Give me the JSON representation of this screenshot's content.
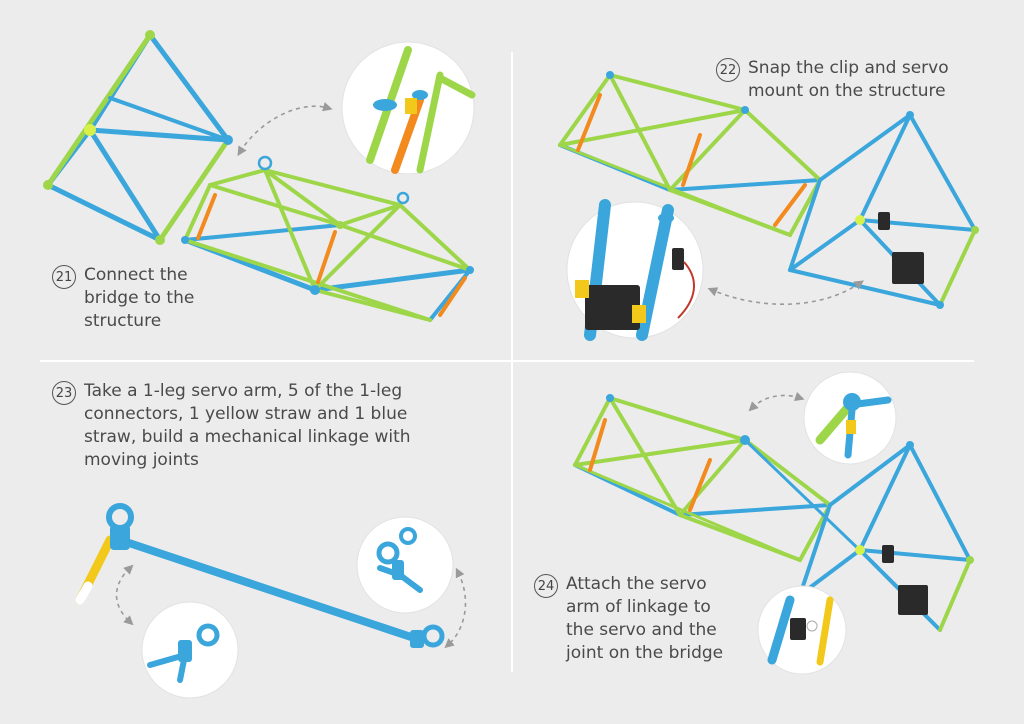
{
  "steps": [
    {
      "number": "21",
      "lines": [
        "Connect the",
        "bridge to the",
        "structure"
      ]
    },
    {
      "number": "22",
      "lines": [
        "Snap the clip and servo",
        "mount on the structure"
      ]
    },
    {
      "number": "23",
      "lines": [
        "Take a 1-leg servo arm, 5 of the 1-leg",
        "connectors, 1 yellow straw and 1 blue",
        "straw, build a mechanical linkage with",
        "moving joints"
      ]
    },
    {
      "number": "24",
      "lines": [
        "Attach the servo",
        "arm of linkage to",
        "the servo and the",
        "joint on the bridge"
      ]
    }
  ],
  "colors": {
    "background": "#ececec",
    "divider": "#ffffff",
    "blue_straw": "#3aa6dc",
    "green_straw": "#9ed64a",
    "orange_straw": "#f28a1e",
    "yellow_connector": "#f2c81a",
    "board": "#2a2a2a"
  },
  "icons": [
    "step-number-badge",
    "dashed-arrow-icon",
    "detail-zoom-circle",
    "microbit-board",
    "servo-motor"
  ]
}
